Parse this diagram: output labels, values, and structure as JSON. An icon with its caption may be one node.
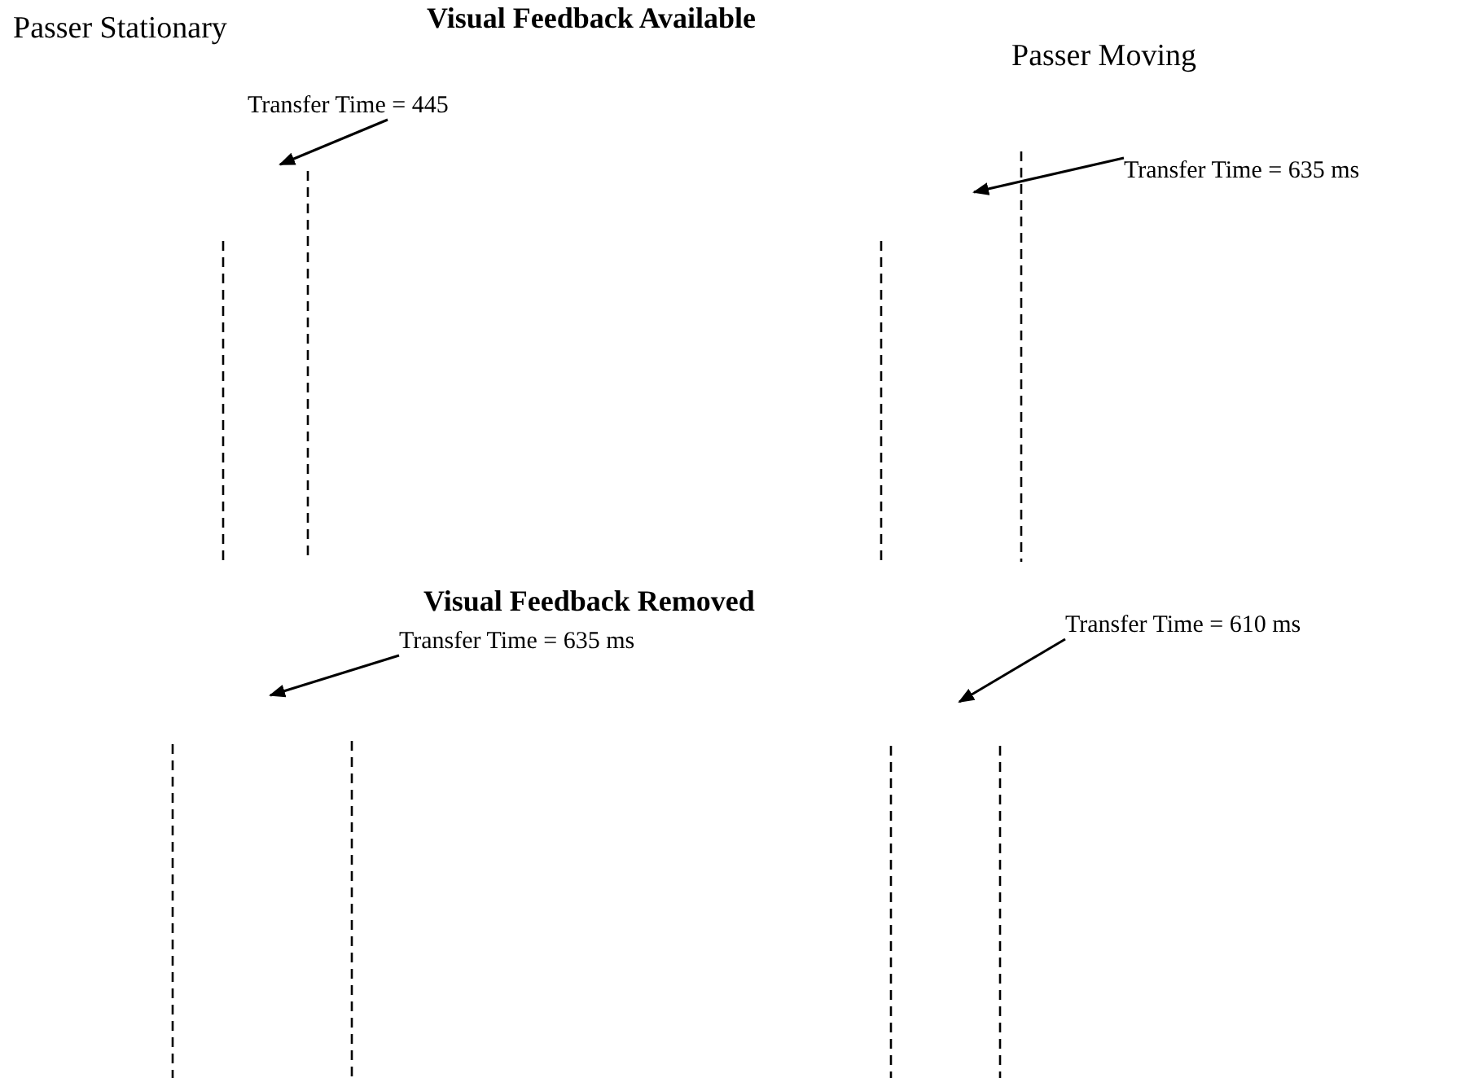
{
  "diagram": {
    "nodes": [
      {
        "text": [
          "Transfer Time = 445"
        ]
      },
      {
        "text": [
          "Transfer Time = 635 ms"
        ]
      },
      {
        "text": [
          "Transfer Time = 635 ms"
        ]
      },
      {
        "text": [
          "Transfer Time = 610 ms"
        ]
      }
    ],
    "edges": [
      {
        "from": 0,
        "to": null,
        "arrow": "to"
      },
      {
        "from": 1,
        "to": null,
        "arrow": "to"
      },
      {
        "from": 2,
        "to": null,
        "arrow": "to"
      },
      {
        "from": 3,
        "to": null,
        "arrow": "to"
      }
    ],
    "labels": [
      "Passer Stationary",
      "Visual Feedback Available",
      "Passer Moving",
      "Visual Feedback Removed"
    ]
  }
}
